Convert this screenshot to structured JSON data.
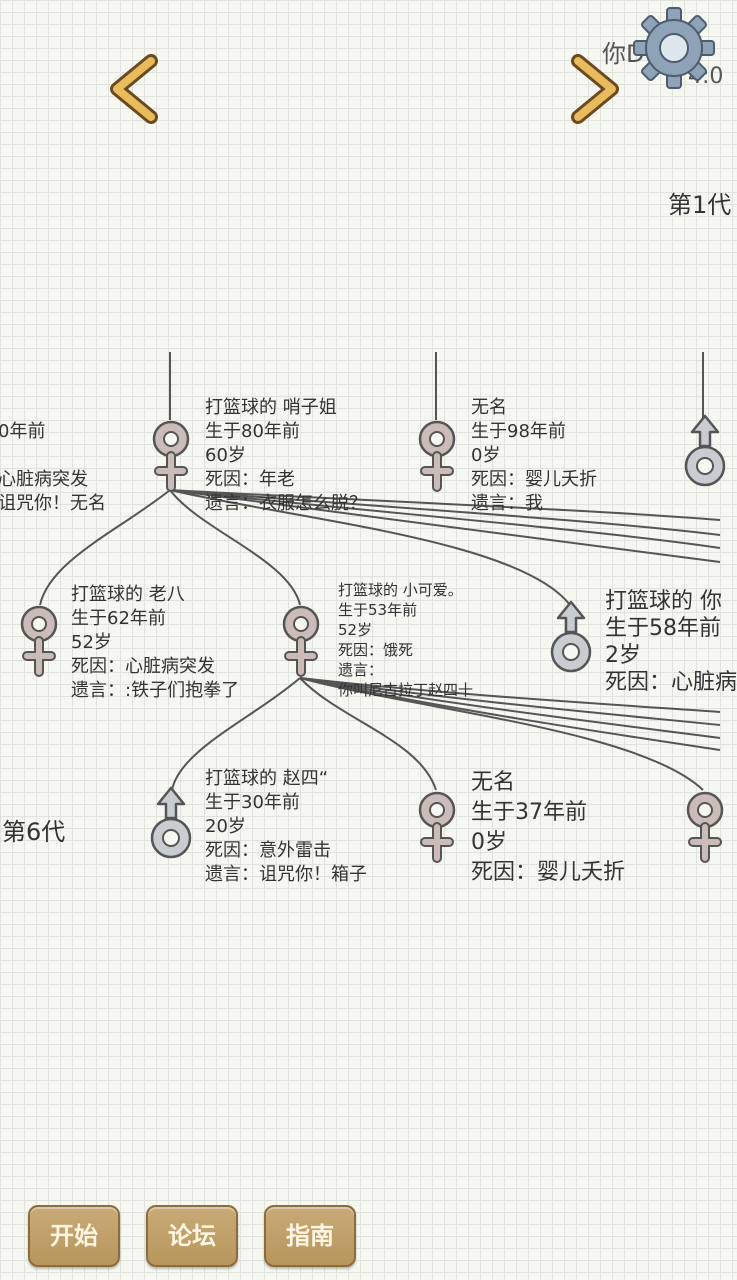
{
  "header": {
    "title_partial": "你D",
    "title_partial_2": "4:0"
  },
  "generations": {
    "top_label": "第1代",
    "bottom_label": "第6代"
  },
  "people": {
    "left_partial": {
      "lines": [
        "0年前",
        "",
        "心脏病突发",
        "诅咒你！无名"
      ]
    },
    "p1": {
      "lines": [
        "打篮球的 哨子姐",
        "生于80年前",
        "60岁",
        "死因：年老",
        "遗言：衣服怎么脱？"
      ]
    },
    "p2": {
      "lines": [
        "无名",
        "生于98年前",
        "0岁",
        "死因：婴儿夭折",
        "遗言：我"
      ]
    },
    "c1": {
      "lines": [
        "打篮球的 老八",
        "生于62年前",
        "52岁",
        "死因：心脏病突发",
        "遗言：:铁子们抱拳了"
      ]
    },
    "c2": {
      "lines": [
        "打篮球的 小可爱。",
        "生于53年前",
        "52岁",
        "死因：饿死",
        "遗言：",
        "你叫尼古拉丁赵四十"
      ]
    },
    "c3": {
      "lines": [
        "打篮球的 你",
        "生于58年前",
        "2岁",
        "死因：心脏病"
      ]
    },
    "g1": {
      "lines": [
        "打篮球的 赵四“",
        "生于30年前",
        "20岁",
        "死因：意外雷击",
        "遗言：诅咒你！箱子"
      ]
    },
    "g2": {
      "lines": [
        "无名",
        "生于37年前",
        "0岁",
        "死因：婴儿夭折"
      ]
    }
  },
  "buttons": {
    "start": "开始",
    "forum": "论坛",
    "guide": "指南"
  },
  "colors": {
    "female_symbol": "#c7b7b4",
    "male_symbol": "#c6cace",
    "button_bg": "#c2a26d",
    "arrow": "#e0b55a"
  }
}
